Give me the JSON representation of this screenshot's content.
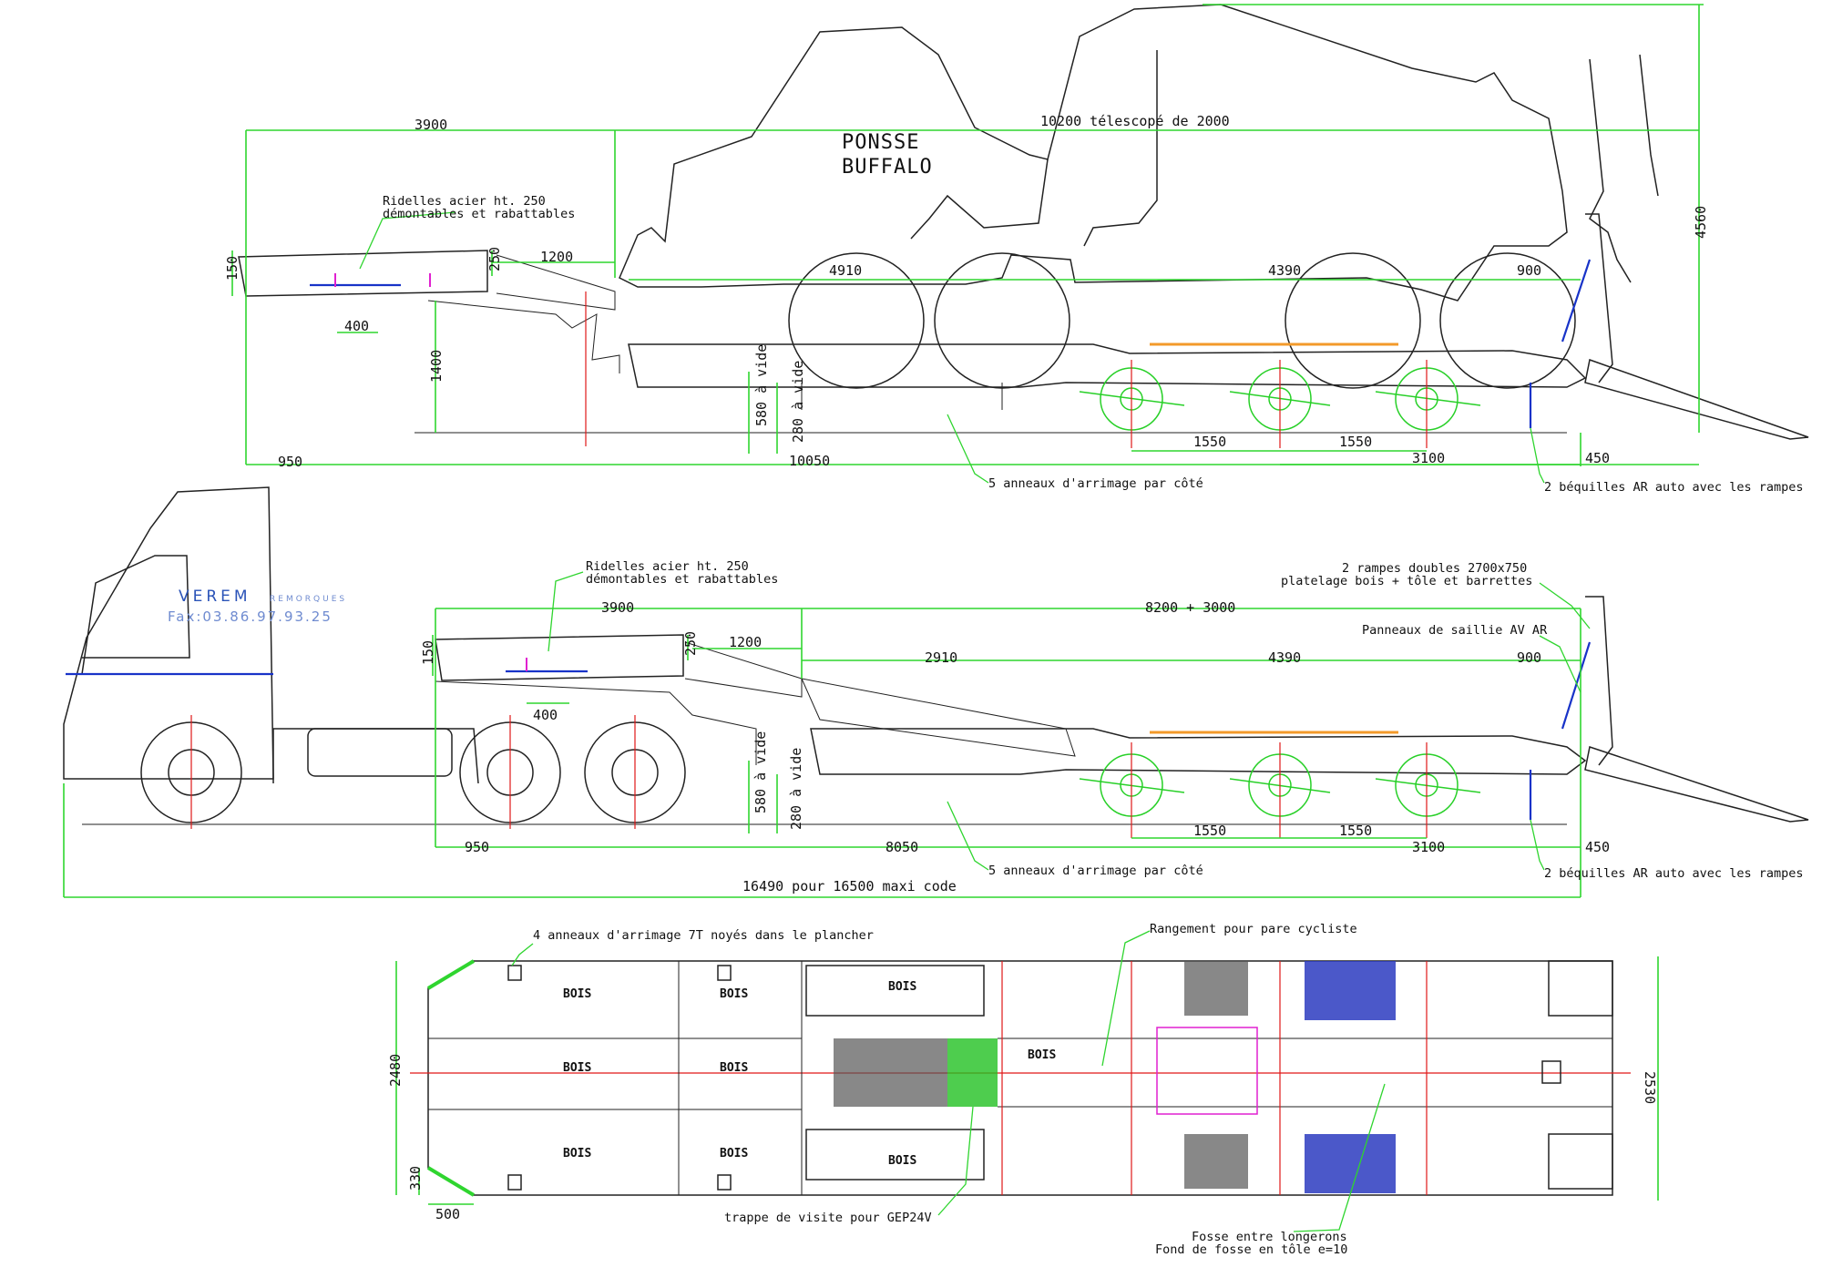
{
  "colors": {
    "dimension": "#2fd52f",
    "outline": "#222222",
    "axis": "#e01818",
    "crossmember": "#f39a2a",
    "suspension": "#28d028",
    "fitting": "#1833c8",
    "ring": "#e020d0",
    "pit_fill": "#2b3bc0"
  },
  "side_view": {
    "load_label_line1": "PONSSE",
    "load_label_line2": "BUFFALO",
    "dim_gooseneck": "3900",
    "dim_deck_total": "10200 télescopé de 2000",
    "dim_height_total": "4560",
    "dim_neck_ramp": "1200",
    "dim_side_height": "150",
    "dim_side_board": "250",
    "dim_king_pin": "400",
    "dim_neck_height": "1400",
    "dim_front_overhang": "950",
    "dim_deck_length": "10050",
    "dim_empty_height_a": "580 à vide",
    "dim_empty_height_b": "280 à vide",
    "dim_axle_pos": "4910",
    "dim_axle_group": "4390",
    "dim_rear": "900",
    "dim_axle_spacing_1": "1550",
    "dim_axle_spacing_2": "1550",
    "dim_rear_axle": "3100",
    "dim_rear_overhang": "450",
    "note_sides": "Ridelles acier ht. 250\ndémontables et rabattables",
    "note_rings": "5 anneaux d'arrimage par côté",
    "note_props": "2 béquilles AR auto avec les rampes"
  },
  "combo_view": {
    "brand": "VEREM",
    "brand_sub": "REMORQUES",
    "fax": "Fax:03.86.97.93.25",
    "note_sides": "Ridelles acier ht. 250\ndémontables et rabattables",
    "note_ramps": "2 rampes doubles 2700x750\nplatelage bois + tôle et barrettes",
    "note_panels": "Panneaux de saillie AV AR",
    "dim_gooseneck": "3900",
    "dim_deck_total": "8200 + 3000",
    "dim_side_height": "150",
    "dim_side_board": "250",
    "dim_neck_ramp": "1200",
    "dim_king_pin": "400",
    "dim_axle_pos": "2910",
    "dim_axle_group": "4390",
    "dim_rear": "900",
    "dim_empty_height_a": "580 à vide",
    "dim_empty_height_b": "280 à vide",
    "dim_front_overhang": "950",
    "dim_deck_length": "8050",
    "dim_axle_spacing_1": "1550",
    "dim_axle_spacing_2": "1550",
    "dim_rear_axle": "3100",
    "dim_rear_overhang": "450",
    "dim_overall": "16490 pour 16500 maxi code",
    "note_rings": "5 anneaux d'arrimage par côté",
    "note_props": "2 béquilles AR auto avec les rampes"
  },
  "top_view": {
    "note_rings": "4 anneaux d'arrimage 7T noyés dans le plancher",
    "note_storage": "Rangement pour pare cycliste",
    "note_hatch": "trappe de visite pour GEP24V",
    "note_pit": "Fosse entre longerons\nFond de fosse en tôle e=10",
    "bois_label": "BOIS",
    "dim_width_front": "2480",
    "dim_width_rear": "2530",
    "dim_corner_h": "330",
    "dim_corner_w": "500"
  }
}
